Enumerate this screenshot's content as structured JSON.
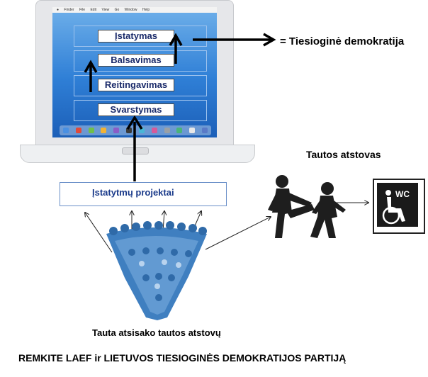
{
  "screen": {
    "menubar": [
      "Finder",
      "File",
      "Edit",
      "View",
      "Go",
      "Window",
      "Help"
    ],
    "stages": [
      "Įstatymas",
      "Balsavimas",
      "Reitingavimas",
      "Svarstymas"
    ]
  },
  "result_label": "= Tiesioginė demokratija",
  "projects_label": "Įstatytmų projektai",
  "representatives_label": "Tautos atstovas",
  "crowd_caption": "Tauta atsisako tautos atstovų",
  "wc_label": "WC",
  "footer_slogan": "REMKITE LAEF ir LIETUVOS TIESIOGINĖS DEMOKRATIJOS PARTIJĄ",
  "colors": {
    "screen_blue": "#2f7fd6",
    "crowd_blue": "#3f7fc0",
    "figure_dark": "#1e1e1e"
  }
}
